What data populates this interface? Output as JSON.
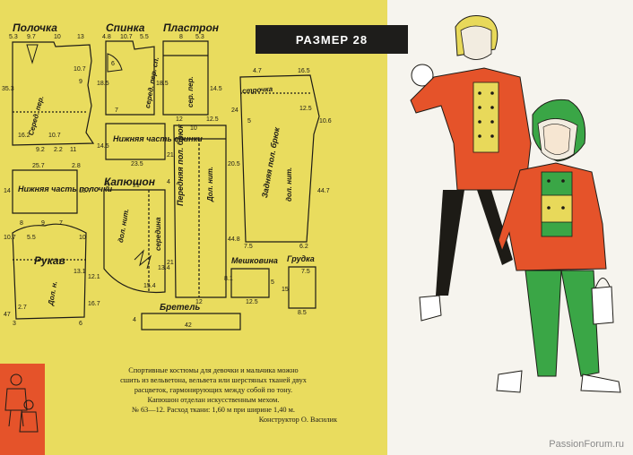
{
  "size_label": "РАЗМЕР 28",
  "pattern_titles": {
    "front": "Полочка",
    "back": "Спинка",
    "plastron": "Пластрон",
    "back_lower": "Нижняя часть спинки",
    "front_lower": "Нижняя часть полочки",
    "hood": "Капюшон",
    "sleeve": "Рукав",
    "trousers_front": "Передняя пол. брюк",
    "trousers_back": "Задняя пол. брюк",
    "pocket": "Мешковина",
    "chest": "Грудка",
    "strap": "Бретель"
  },
  "piece_notes": {
    "front_grain": "Серед. пер.",
    "back_grain": "серед. пер. сп.",
    "plastron_grain": "сер. пер.",
    "hood_center": "середина",
    "hood_grain": "дол. нит.",
    "sleeve_grain": "Дол. н.",
    "trousers_front_grain": "Дол. нит.",
    "trousers_back_grain": "дол. нит.",
    "stitch": "строчка"
  },
  "measurements": {
    "front": [
      "5.3",
      "9.7",
      "10",
      "13",
      "10.7",
      "9",
      "35.3",
      "16.2",
      "10.7",
      "9.2",
      "2.2",
      "11"
    ],
    "back": [
      "4.8",
      "10.7",
      "5.5",
      "18.5",
      "6",
      "7",
      "18.5"
    ],
    "plastron": [
      "8",
      "5.3",
      "14.5"
    ],
    "back_lower": [
      "14.5",
      "23.5"
    ],
    "front_lower": [
      "25.7",
      "2.8",
      "14",
      "13.7"
    ],
    "hood": [
      "5",
      "21",
      "15.4",
      "13.4"
    ],
    "sleeve": [
      "8",
      "9",
      "7",
      "5.5",
      "10.7",
      "10",
      "13.1",
      "12.1",
      "2.7",
      "16.7",
      "47",
      "6",
      "3"
    ],
    "trousers_front": [
      "12",
      "10",
      "12.5",
      "21",
      "20.5",
      "4",
      "44.8",
      "21",
      "12"
    ],
    "trousers_back": [
      "4.7",
      "16.5",
      "12.5",
      "5",
      "10.6",
      "24",
      "44.7",
      "7.5",
      "6.2"
    ],
    "pocket": [
      "8.1",
      "12.5",
      "5"
    ],
    "chest": [
      "7.5",
      "15",
      "8.5"
    ],
    "strap": [
      "4",
      "42"
    ]
  },
  "caption": {
    "line1": "Спортивные костюмы для девочки и мальчика можно",
    "line2": "сшить из вельветона, вельвета или шерстяных тканей двух",
    "line3": "расцветок, гармонирующих между собой по тону.",
    "line4": "Капюшон отделан искусственным мехом.",
    "line5": "№ 63—12. Расход ткани: 1,60 м при ширине 1,40 м.",
    "credit": "Конструктор О. Василик"
  },
  "watermark": "PassionForum.ru",
  "colors": {
    "pattern_bg": "#e9dc5e",
    "banner": "#1e1d1b",
    "orange": "#e5532a",
    "green": "#3aa646",
    "fur": "#f0eedc",
    "yellow_panel": "#e8d95a"
  }
}
